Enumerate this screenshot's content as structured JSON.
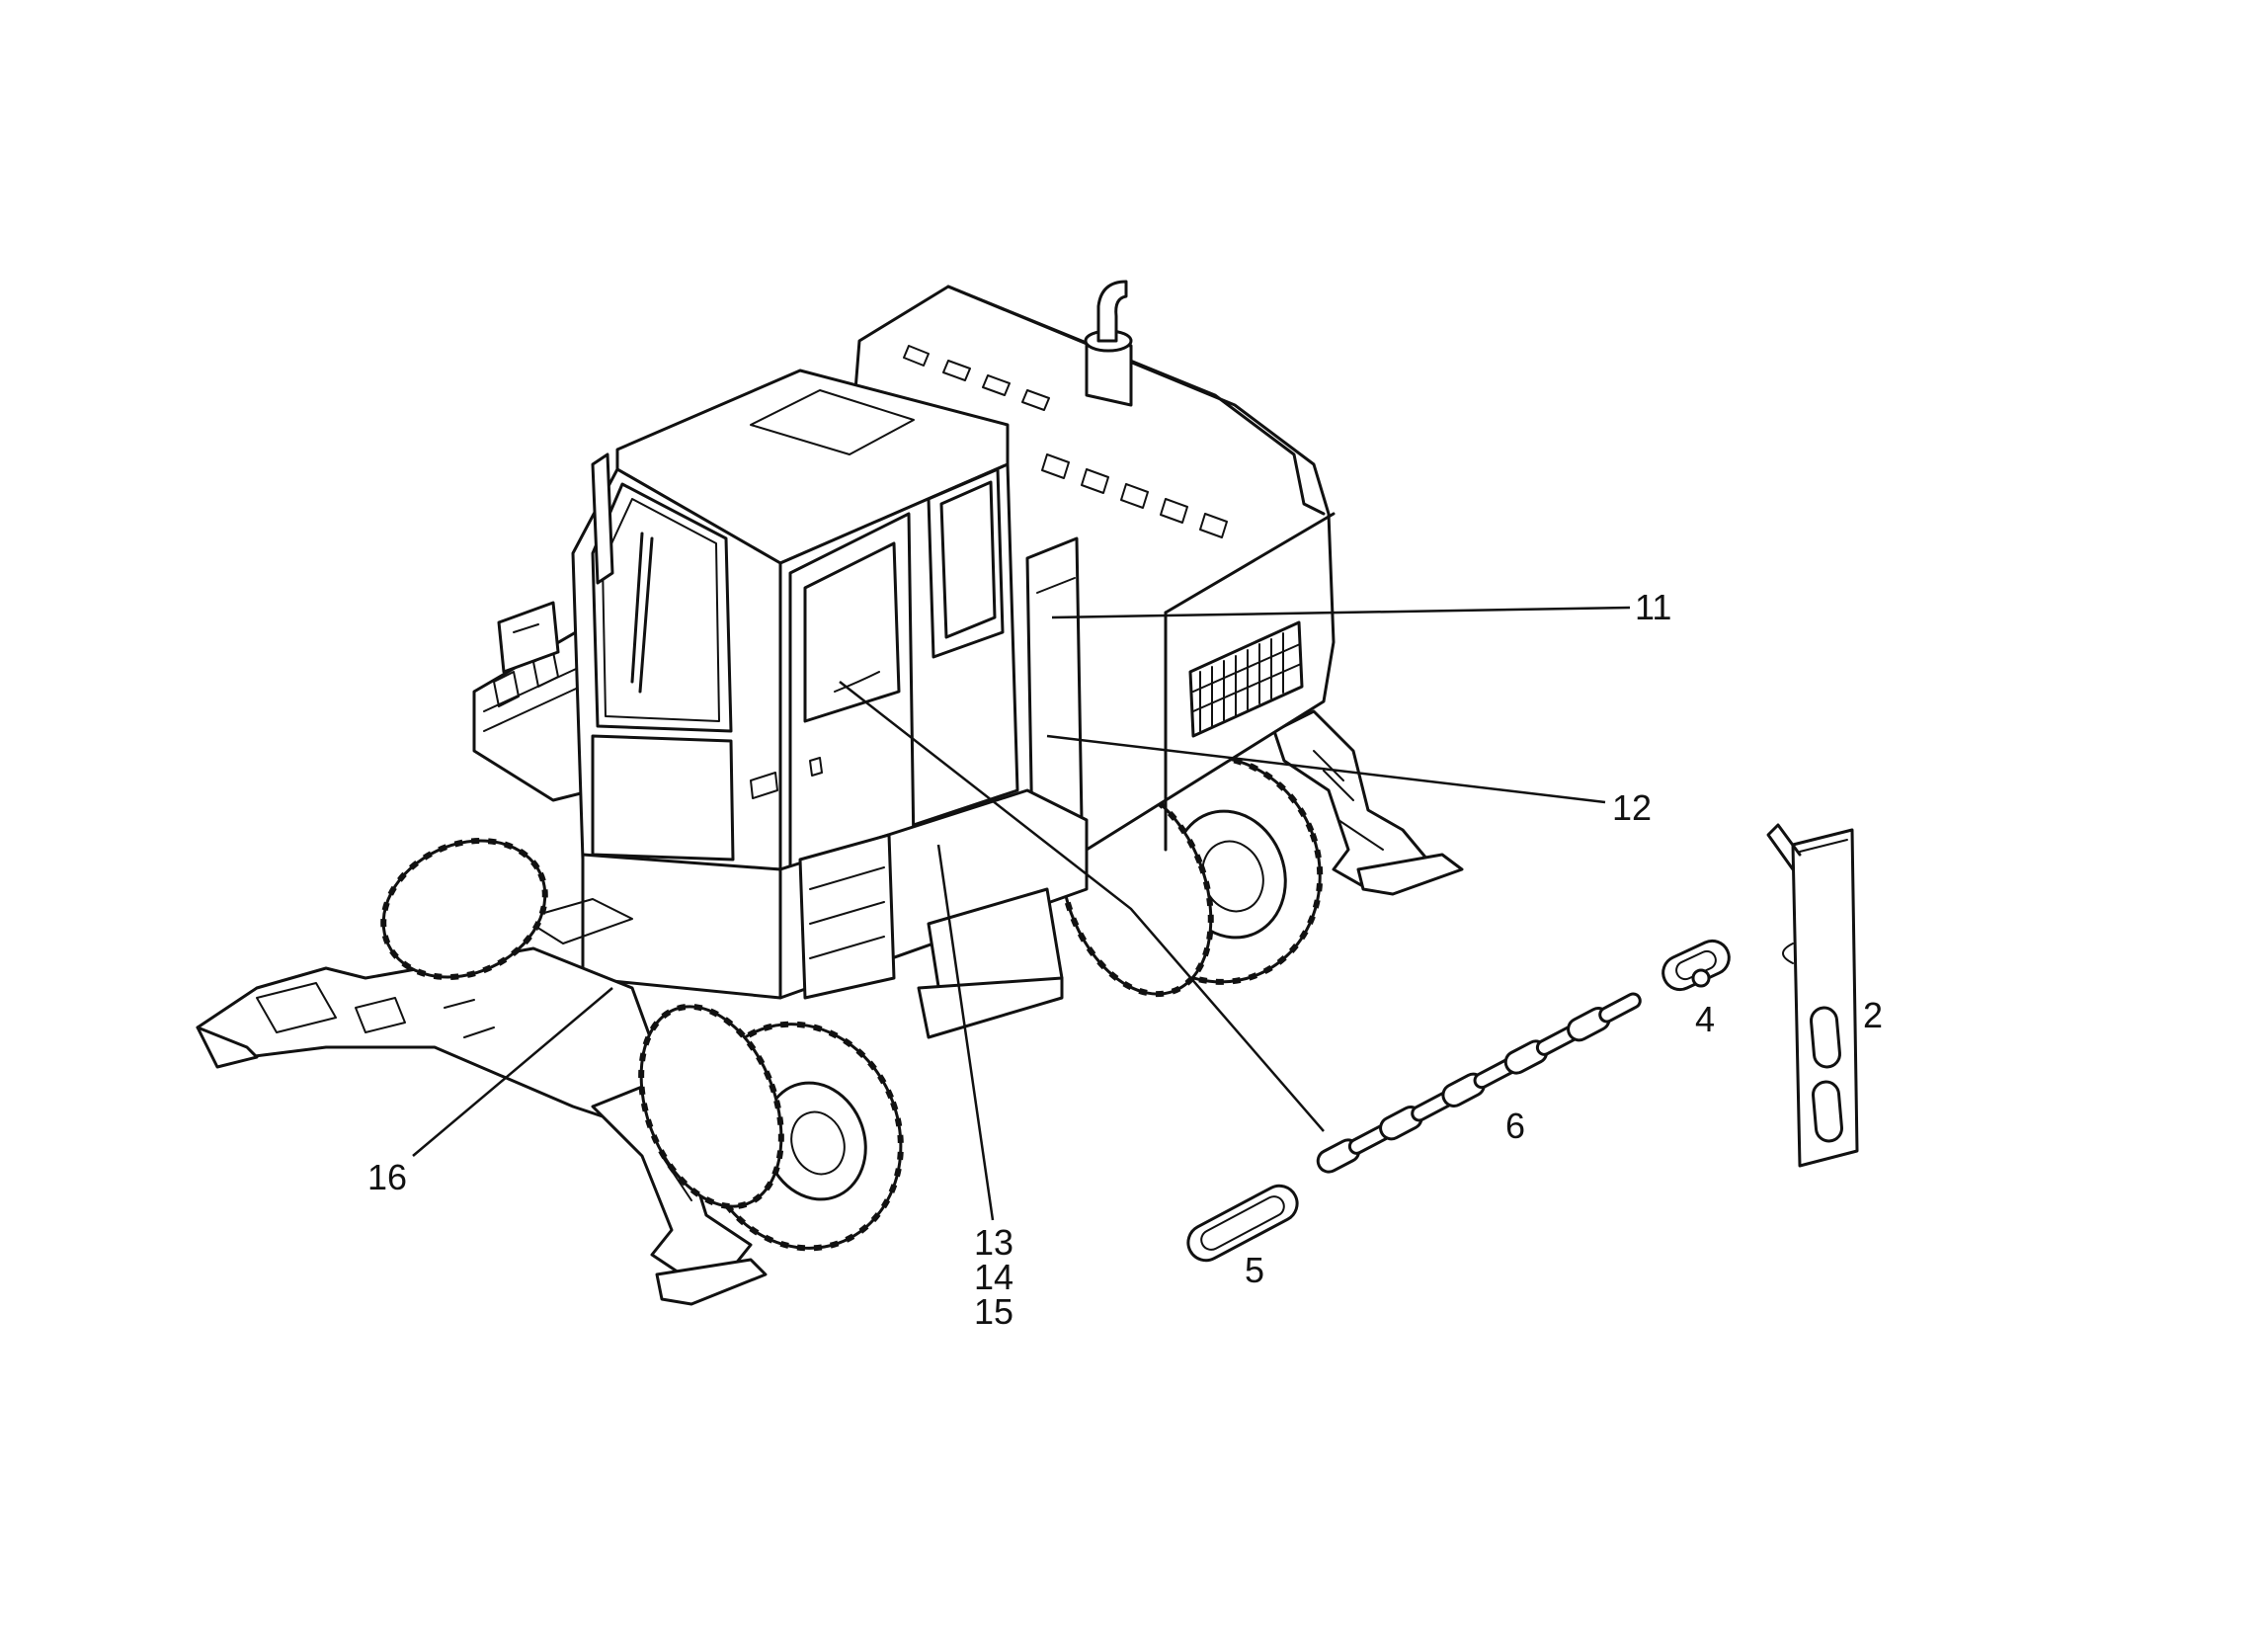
{
  "colors": {
    "ink": "#111111",
    "paper": "#ffffff"
  },
  "callouts": {
    "c2": "2",
    "c4": "4",
    "c5": "5",
    "c6": "6",
    "c11": "11",
    "c12": "12",
    "c13": "13",
    "c14": "14",
    "c15": "15",
    "c16": "16"
  }
}
